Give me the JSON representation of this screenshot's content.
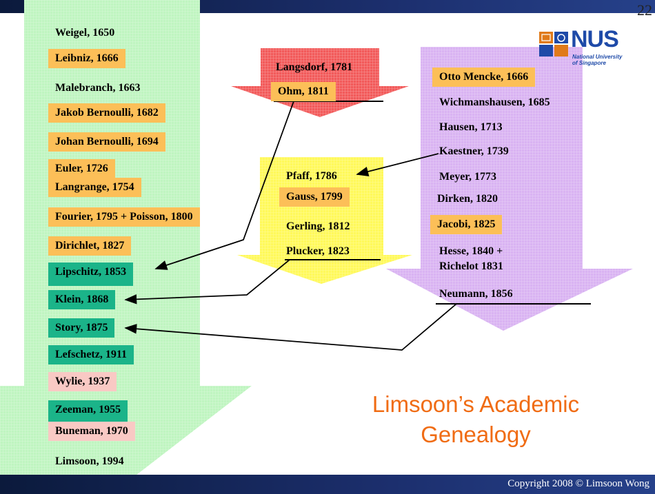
{
  "slide_number": "22",
  "title_line1": "Limsoon’s Academic",
  "title_line2": "Genealogy",
  "copyright": "Copyright 2008 © Limsoon Wong",
  "logo": {
    "text": "NUS",
    "subtitle_line1": "National University",
    "subtitle_line2": "of Singapore",
    "icon": "nus-crest-icon"
  },
  "colors": {
    "green_arrow": "#bff5c0",
    "red_arrow": "#f25a5a",
    "yellow_arrow": "#fff95a",
    "purple_arrow": "#d9b3f2",
    "orange_box": "#fcbf58",
    "teal_box": "#1bb489",
    "pink_box": "#f9c9c4",
    "title": "#f06c14"
  },
  "green_column": [
    {
      "label": "Weigel, 1650",
      "style": "plain"
    },
    {
      "label": "Leibniz, 1666",
      "style": "orange"
    },
    {
      "label": "Malebranch, 1663",
      "style": "plain"
    },
    {
      "label": "Jakob Bernoulli, 1682",
      "style": "orange"
    },
    {
      "label": "Johan Bernoulli, 1694",
      "style": "orange"
    },
    {
      "label": "Euler, 1726",
      "style": "orange"
    },
    {
      "label": "Langrange, 1754",
      "style": "orange"
    },
    {
      "label": "Fourier, 1795 + Poisson, 1800",
      "style": "orange"
    },
    {
      "label": "Dirichlet, 1827",
      "style": "orange"
    },
    {
      "label": "Lipschitz, 1853",
      "style": "teal"
    },
    {
      "label": "Klein, 1868",
      "style": "teal"
    },
    {
      "label": "Story, 1875",
      "style": "teal"
    },
    {
      "label": "Lefschetz, 1911",
      "style": "teal"
    },
    {
      "label": "Wylie, 1937",
      "style": "pink"
    },
    {
      "label": "Zeeman, 1955",
      "style": "teal"
    },
    {
      "label": "Buneman, 1970",
      "style": "pink"
    },
    {
      "label": "Limsoon, 1994",
      "style": "plain"
    }
  ],
  "red_column": [
    {
      "label": "Langsdorf, 1781",
      "style": "plain"
    },
    {
      "label": "Ohm, 1811",
      "style": "orange"
    }
  ],
  "yellow_column": [
    {
      "label": "Pfaff, 1786",
      "style": "plain"
    },
    {
      "label": "Gauss, 1799",
      "style": "orange"
    },
    {
      "label": "Gerling, 1812",
      "style": "plain"
    },
    {
      "label": "Plucker, 1823",
      "style": "plain"
    }
  ],
  "purple_column": [
    {
      "label": "Otto Mencke, 1666",
      "style": "orange"
    },
    {
      "label": "Wichmanshausen, 1685",
      "style": "plain"
    },
    {
      "label": "Hausen, 1713",
      "style": "plain"
    },
    {
      "label": "Kaestner, 1739",
      "style": "plain"
    },
    {
      "label": "Meyer, 1773",
      "style": "plain"
    },
    {
      "label": "Dirken, 1820",
      "style": "plain"
    },
    {
      "label": "Jacobi, 1825",
      "style": "orange"
    },
    {
      "label": "Hesse, 1840 +",
      "style": "plain"
    },
    {
      "label": "Richelot 1831",
      "style": "plain"
    },
    {
      "label": "Neumann, 1856",
      "style": "plain"
    }
  ]
}
